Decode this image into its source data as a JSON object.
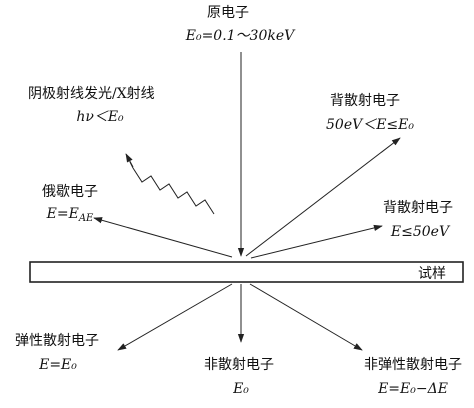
{
  "primary": {
    "title": "原电子",
    "energy": "E₀=0.1～30keV"
  },
  "xray": {
    "title": "阴极射线发光/X射线",
    "energy": "hν＜E₀"
  },
  "backscatter": {
    "title": "背散射电子",
    "energy": "50eV＜E≤E₀"
  },
  "auger": {
    "title": "俄歇电子",
    "energy": "E=E_AE",
    "energy_main": "E=E",
    "energy_sub": "AE"
  },
  "secondary": {
    "title": "背散射电子",
    "energy": "E≤50eV"
  },
  "sample": {
    "label": "试样"
  },
  "elastic": {
    "title": "弹性散射电子",
    "energy": "E=E₀"
  },
  "nonscatter": {
    "title": "非散射电子",
    "energy": "E₀"
  },
  "inelastic": {
    "title": "非弹性散射电子",
    "energy": "E=E₀−ΔE"
  },
  "colors": {
    "line": "#222222",
    "text": "#111111",
    "background": "#ffffff"
  }
}
